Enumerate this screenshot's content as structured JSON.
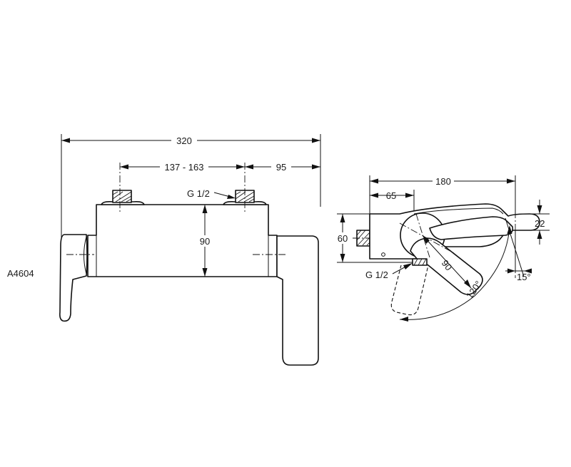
{
  "drawing": {
    "code": "A4604",
    "front_view": {
      "overall_width": "320",
      "inlet_spacing": "137 - 163",
      "outlet_offset": "95",
      "body_height": "90",
      "connection": "G 1/2"
    },
    "side_view": {
      "depth": "180",
      "inlet_depth": "65",
      "height": "60",
      "handle_length": "90",
      "handle_thickness": "22",
      "handle_angle": "15°",
      "rotation": "120°",
      "connection": "G 1/2"
    }
  },
  "colors": {
    "line": "#111111",
    "background": "#ffffff"
  }
}
